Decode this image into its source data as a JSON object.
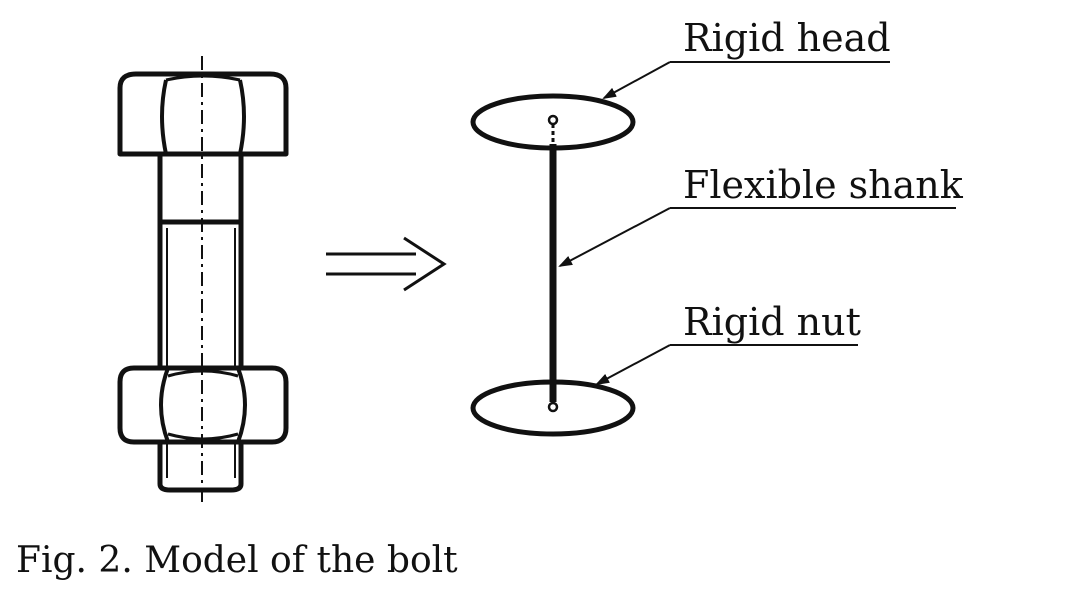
{
  "figure": {
    "caption": "Fig. 2. Model of the bolt",
    "labels": {
      "rigid_head": "Rigid head",
      "flexible_shank": "Flexible shank",
      "rigid_nut": "Rigid nut"
    }
  },
  "colors": {
    "ink": "#111111",
    "background": "#ffffff"
  },
  "icons": {
    "transition": "double-arrow-icon"
  }
}
